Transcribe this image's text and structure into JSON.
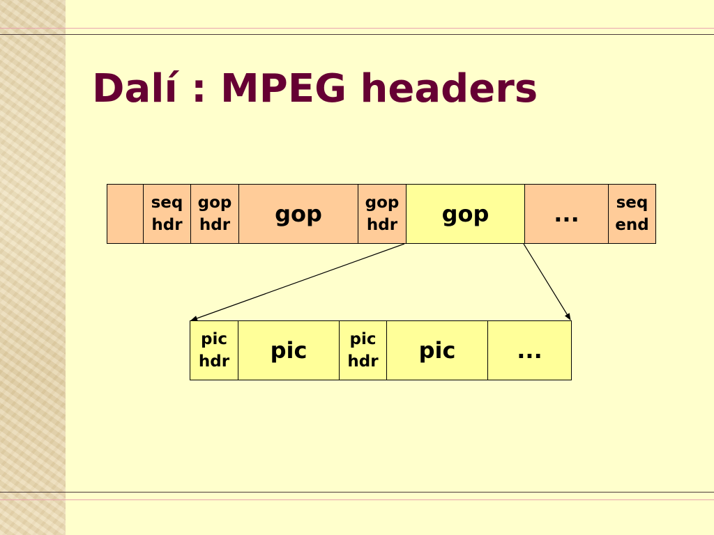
{
  "slide": {
    "title": "Dalí : MPEG headers"
  },
  "diagram": {
    "top_row": {
      "blank": "",
      "seq_hdr": "seq\nhdr",
      "gop_hdr_1": "gop\nhdr",
      "gop_1": "gop",
      "gop_hdr_2": "gop\nhdr",
      "gop_2": "gop",
      "ellipsis": "...",
      "seq_end": "seq\nend"
    },
    "bottom_row": {
      "pic_hdr_1": "pic\nhdr",
      "pic_1": "pic",
      "pic_hdr_2": "pic\nhdr",
      "pic_2": "pic",
      "ellipsis": "..."
    },
    "colors": {
      "header_fill": "#ffcc99",
      "highlight_fill": "#ffff99",
      "title_color": "#660033",
      "background": "#ffffcc"
    }
  }
}
